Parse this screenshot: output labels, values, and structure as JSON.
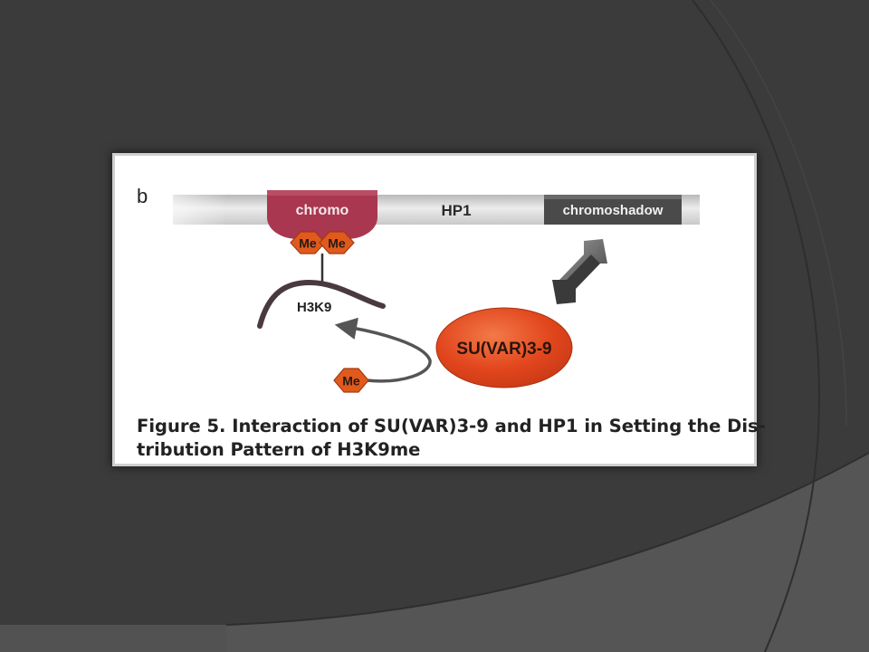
{
  "slide": {
    "figure": {
      "panel_label": "b",
      "protein": {
        "name": "HP1",
        "domain_n": "chromo",
        "domain_c": "chromoshadow"
      },
      "methyl_mark": "Me",
      "histone": "H3K9",
      "enzyme": "SU(VAR)3-9",
      "caption_lines": [
        "Figure 5. Interaction of SU(VAR)3-9 and HP1 in Setting the Dis-",
        "tribution Pattern of H3K9me"
      ]
    },
    "colors": {
      "background": "#3a3a3a",
      "chromo_domain": "#a8374f",
      "chromoshadow_domain": "#4a4a4a",
      "methyl": "#e05a1e",
      "enzyme": "#e2401c"
    }
  }
}
